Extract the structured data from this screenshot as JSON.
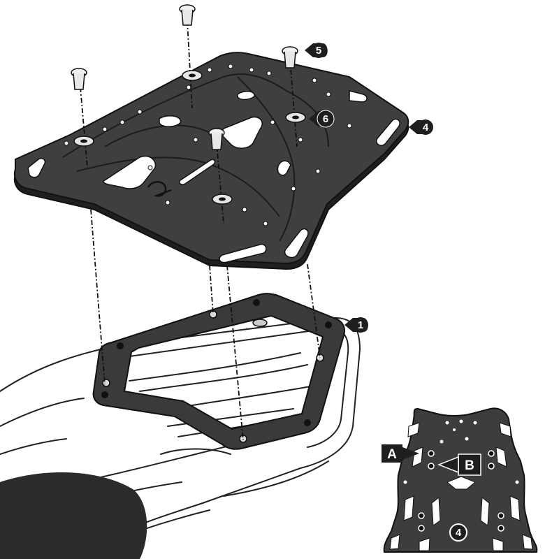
{
  "diagram": {
    "palette": {
      "plate": "#3b3b3b",
      "plate_dark": "#2a2a2a",
      "outline": "#1a1a1a",
      "bike_line": "#222222",
      "callout": "#1e1e1e",
      "washer": "#e6e6e6"
    },
    "callouts": [
      {
        "id": "c1",
        "label": "1",
        "part": "adapter-frame"
      },
      {
        "id": "c4",
        "label": "4",
        "part": "rack-plate"
      },
      {
        "id": "c5",
        "label": "5",
        "part": "screw"
      },
      {
        "id": "c6",
        "label": "6",
        "part": "washer"
      }
    ],
    "detail_view": {
      "label_a": "A",
      "label_b": "B",
      "label_plate": "4"
    }
  }
}
